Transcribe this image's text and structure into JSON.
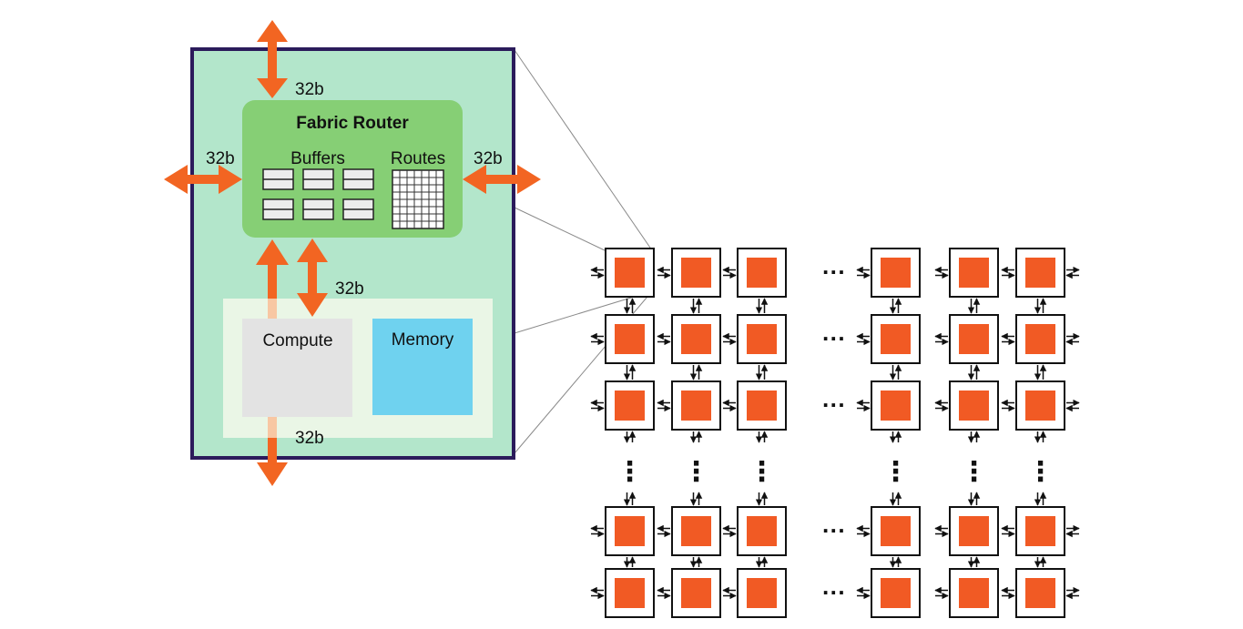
{
  "tile": {
    "router_title": "Fabric Router",
    "buffers_label": "Buffers",
    "routes_label": "Routes",
    "compute_label": "Compute",
    "memory_label": "Memory",
    "link_top": "32b",
    "link_left": "32b",
    "link_right": "32b",
    "link_compute": "32b",
    "link_bottom": "32b"
  },
  "mesh": {
    "ellipsis_horizontal": "···",
    "ellipsis_vertical": "⋮"
  },
  "colors": {
    "tile_fill": "#b3e6cb",
    "tile_border": "#2b1b5b",
    "router_fill": "#86cf75",
    "core_area_fill": "#eaf6e6",
    "compute_fill": "#e3e3e3",
    "memory_fill": "#6fd2ef",
    "arrow": "#f26522",
    "pe_fill": "#f15a24"
  }
}
